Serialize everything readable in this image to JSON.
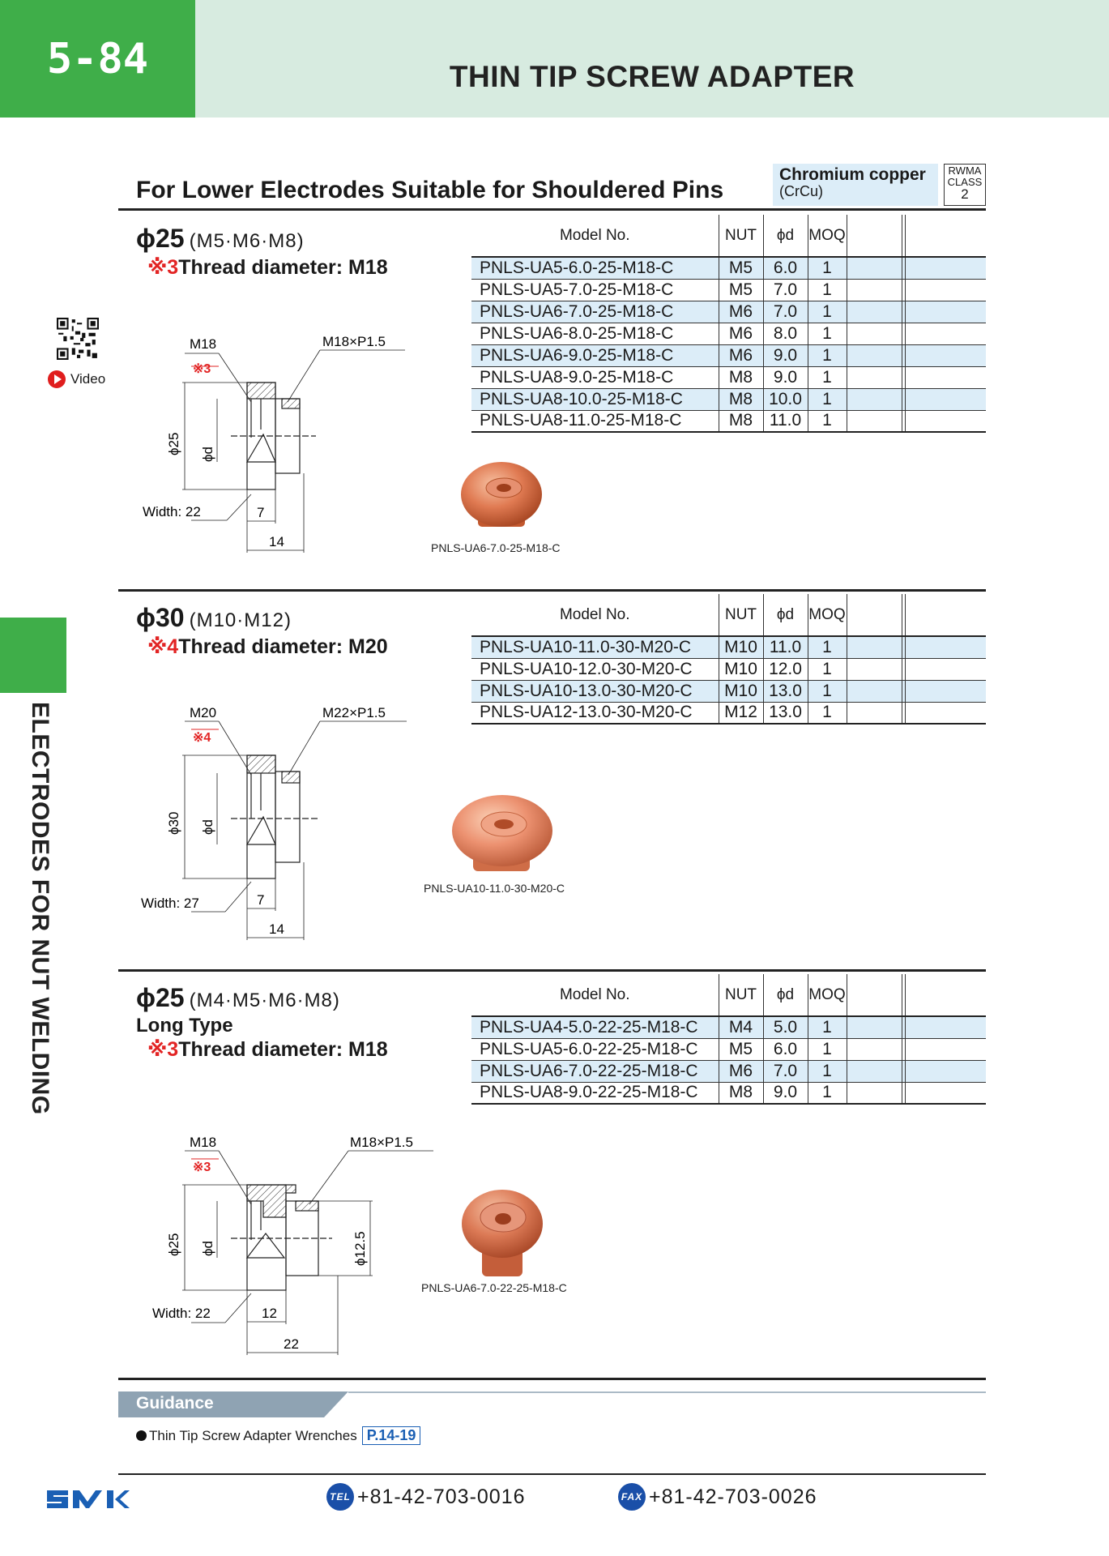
{
  "header": {
    "page_number": "5-84",
    "title": "THIN TIP SCREW ADAPTER"
  },
  "side_label": "ELECTRODES FOR NUT WELDING",
  "video_label": "Video",
  "section_title": "For Lower Electrodes Suitable for Shouldered Pins",
  "material": {
    "name": "Chromium copper",
    "sub": "(CrCu)",
    "rwma_line1": "RWMA",
    "rwma_line2": "CLASS",
    "rwma_class": "2"
  },
  "table_headers": {
    "model": "Model No.",
    "nut": "NUT",
    "d": "ϕd",
    "moq": "MOQ"
  },
  "groups": [
    {
      "diameter": "ϕ25",
      "nuts": "(M5·M6·M8)",
      "long_type": "",
      "thread_mark": "※3",
      "thread_text": "Thread diameter: M18",
      "drawing": {
        "thread_label": "M18",
        "mark": "※3",
        "screw_label": "M18×P1.5",
        "dia_label": "ϕ25",
        "d_label": "ϕd",
        "width_label": "Width: 22",
        "dim_small": "7",
        "dim_total": "14"
      },
      "photo_caption": "PNLS-UA6-7.0-25-M18-C",
      "rows": [
        {
          "model": "PNLS-UA5-6.0-25-M18-C",
          "nut": "M5",
          "d": "6.0",
          "moq": "1"
        },
        {
          "model": "PNLS-UA5-7.0-25-M18-C",
          "nut": "M5",
          "d": "7.0",
          "moq": "1"
        },
        {
          "model": "PNLS-UA6-7.0-25-M18-C",
          "nut": "M6",
          "d": "7.0",
          "moq": "1"
        },
        {
          "model": "PNLS-UA6-8.0-25-M18-C",
          "nut": "M6",
          "d": "8.0",
          "moq": "1"
        },
        {
          "model": "PNLS-UA6-9.0-25-M18-C",
          "nut": "M6",
          "d": "9.0",
          "moq": "1"
        },
        {
          "model": "PNLS-UA8-9.0-25-M18-C",
          "nut": "M8",
          "d": "9.0",
          "moq": "1"
        },
        {
          "model": "PNLS-UA8-10.0-25-M18-C",
          "nut": "M8",
          "d": "10.0",
          "moq": "1"
        },
        {
          "model": "PNLS-UA8-11.0-25-M18-C",
          "nut": "M8",
          "d": "11.0",
          "moq": "1"
        }
      ]
    },
    {
      "diameter": "ϕ30",
      "nuts": "(M10·M12)",
      "long_type": "",
      "thread_mark": "※4",
      "thread_text": "Thread diameter: M20",
      "drawing": {
        "thread_label": "M20",
        "mark": "※4",
        "screw_label": "M22×P1.5",
        "dia_label": "ϕ30",
        "d_label": "ϕd",
        "width_label": "Width: 27",
        "dim_small": "7",
        "dim_total": "14"
      },
      "photo_caption": "PNLS-UA10-11.0-30-M20-C",
      "rows": [
        {
          "model": "PNLS-UA10-11.0-30-M20-C",
          "nut": "M10",
          "d": "11.0",
          "moq": "1"
        },
        {
          "model": "PNLS-UA10-12.0-30-M20-C",
          "nut": "M10",
          "d": "12.0",
          "moq": "1"
        },
        {
          "model": "PNLS-UA10-13.0-30-M20-C",
          "nut": "M10",
          "d": "13.0",
          "moq": "1"
        },
        {
          "model": "PNLS-UA12-13.0-30-M20-C",
          "nut": "M12",
          "d": "13.0",
          "moq": "1"
        }
      ]
    },
    {
      "diameter": "ϕ25",
      "nuts": "(M4·M5·M6·M8)",
      "long_type": "Long Type",
      "thread_mark": "※3",
      "thread_text": "Thread diameter: M18",
      "drawing": {
        "thread_label": "M18",
        "mark": "※3",
        "screw_label": "M18×P1.5",
        "dia_label": "ϕ25",
        "d_label": "ϕd",
        "d2_label": "ϕ12.5",
        "width_label": "Width: 22",
        "dim_small": "12",
        "dim_total": "22"
      },
      "photo_caption": "PNLS-UA6-7.0-22-25-M18-C",
      "rows": [
        {
          "model": "PNLS-UA4-5.0-22-25-M18-C",
          "nut": "M4",
          "d": "5.0",
          "moq": "1"
        },
        {
          "model": "PNLS-UA5-6.0-22-25-M18-C",
          "nut": "M5",
          "d": "6.0",
          "moq": "1"
        },
        {
          "model": "PNLS-UA6-7.0-22-25-M18-C",
          "nut": "M6",
          "d": "7.0",
          "moq": "1"
        },
        {
          "model": "PNLS-UA8-9.0-22-25-M18-C",
          "nut": "M8",
          "d": "9.0",
          "moq": "1"
        }
      ]
    }
  ],
  "guidance": {
    "label": "Guidance",
    "item": "Thin Tip Screw Adapter Wrenches",
    "ref": "P.14-19"
  },
  "footer": {
    "tel": "+81-42-703-0016",
    "fax": "+81-42-703-0026",
    "tel_icon": "TEL",
    "fax_icon": "FAX"
  },
  "colors": {
    "brand_green": "#3fae49",
    "header_bg": "#d7ebe0",
    "row_highlight": "#dcedf8",
    "mark_red": "#e22424",
    "link_blue": "#1a5fb4",
    "guide_grey": "#8fa3b3"
  }
}
